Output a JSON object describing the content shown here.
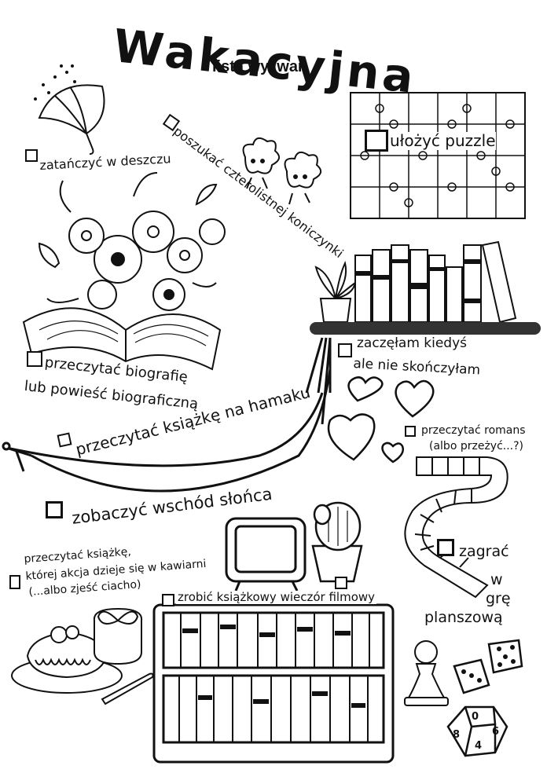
{
  "header": {
    "title": "Wakacyjna",
    "subtitle": "lista wyzwań"
  },
  "challenges": {
    "dance_rain": "zatańczyć w deszczu",
    "clover": "poszukać czterolistnej koniczynki",
    "puzzle": "ułożyć puzzle",
    "biography_line1": "przeczytać biografię",
    "biography_line2": "lub powieść biograficzną",
    "started_line1": "zaczęłam kiedyś",
    "started_line2": "ale nie skończyłam",
    "hammock": "przeczytać książkę na hamaku",
    "romance_line1": "przeczytać romans",
    "romance_line2": "(albo przeżyć...?)",
    "sunrise": "zobaczyć wschód słońca",
    "cafe_line1": "przeczytać książkę,",
    "cafe_line2": "której akcja dzieje się w kawiarni",
    "cafe_line3": "(...albo zjeść ciacho)",
    "movie_night": "zrobić książkowy wieczór filmowy",
    "board_game_1": "zagrać",
    "board_game_2": "w",
    "board_game_3": "grę",
    "board_game_4": "planszową"
  },
  "dice_numbers": [
    "8",
    "0",
    "6",
    "4"
  ],
  "colors": {
    "ink": "#111111",
    "paper": "#ffffff",
    "shelf": "#333333"
  }
}
